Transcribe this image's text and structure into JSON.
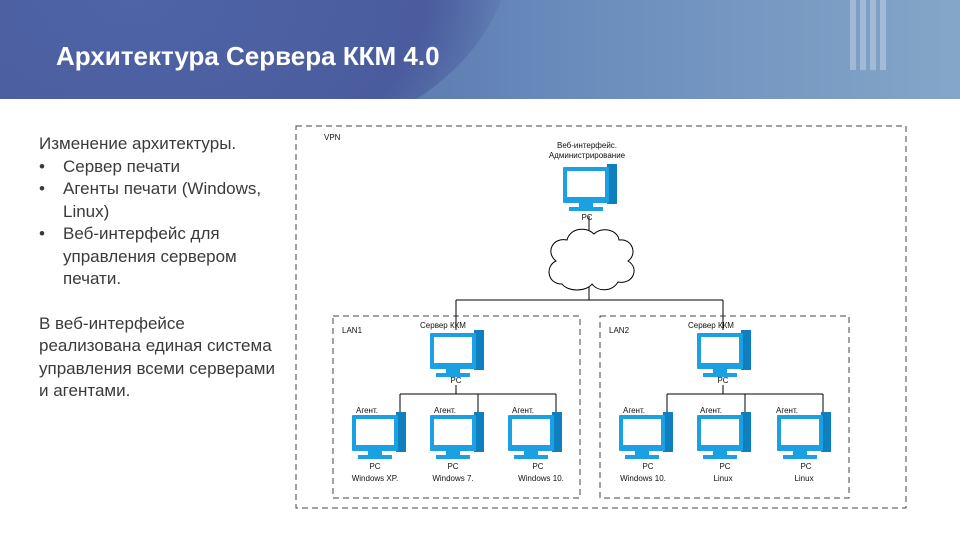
{
  "slide": {
    "title": "Архитектура Сервера ККМ 4.0",
    "intro": "Изменение архитектуры.",
    "bullets": [
      "Сервер печати",
      "Агенты печати (Windows, Linux)",
      "Веб-интерфейс для управления сервером печати."
    ],
    "summary": "В веб-интерфейсе реализована единая система управления всеми серверами и агентами."
  },
  "diagram": {
    "vpn_label": "VPN",
    "web": {
      "caption_line1": "Веб-интерфейс.",
      "caption_line2": "Администрирование",
      "pc_label": "PC"
    },
    "lan1": {
      "label": "LAN1",
      "server": {
        "caption": "Сервер ККМ",
        "pc_label": "PC"
      },
      "agents": [
        {
          "caption": "Агент.",
          "pc_label": "PC",
          "os": "Windows XP."
        },
        {
          "caption": "Агент.",
          "pc_label": "PC",
          "os": "Windows 7."
        },
        {
          "caption": "Агент.",
          "pc_label": "PC",
          "os": "Windows 10."
        }
      ]
    },
    "lan2": {
      "label": "LAN2",
      "server": {
        "caption": "Сервер ККМ",
        "pc_label": "PC"
      },
      "agents": [
        {
          "caption": "Агент.",
          "pc_label": "PC",
          "os": "Windows 10."
        },
        {
          "caption": "Агент.",
          "pc_label": "PC",
          "os": "Linux"
        },
        {
          "caption": "Агент.",
          "pc_label": "PC",
          "os": "Linux"
        }
      ]
    },
    "colors": {
      "monitor": "#1ba1e2",
      "tower": "#0f7fc0",
      "line": "#000000",
      "border": "#444444"
    }
  }
}
